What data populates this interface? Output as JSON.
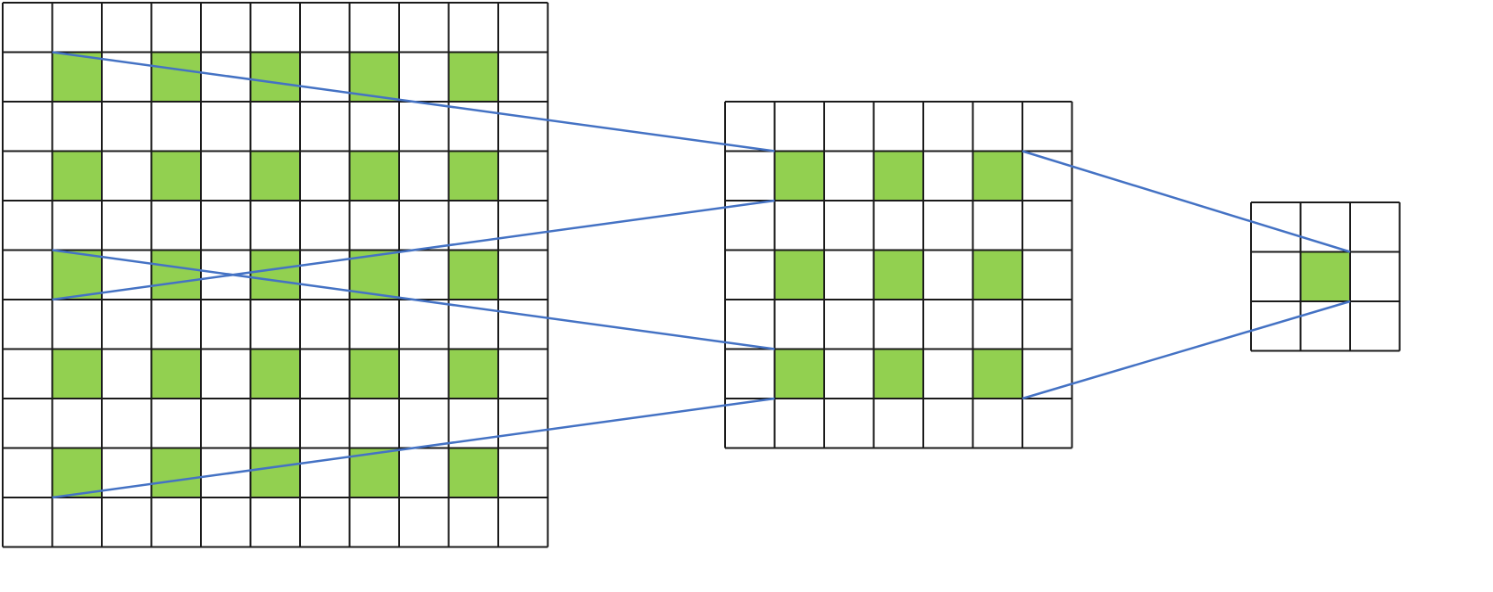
{
  "diagram": {
    "colors": {
      "cell_fill": "#ffffff",
      "highlight_fill": "#92d050",
      "grid_line": "#1a1a1a",
      "connector": "#4472c4"
    },
    "grids": [
      {
        "id": "input-grid",
        "rows": 11,
        "cols": 11,
        "highlighted_rows": [
          1,
          3,
          5,
          7,
          9
        ],
        "highlighted_cols": [
          1,
          3,
          5,
          7,
          9
        ]
      },
      {
        "id": "middle-grid",
        "rows": 7,
        "cols": 7,
        "highlighted_rows": [
          1,
          3,
          5
        ],
        "highlighted_cols": [
          1,
          3,
          5
        ]
      },
      {
        "id": "output-grid",
        "rows": 3,
        "cols": 3,
        "highlighted_rows": [
          1
        ],
        "highlighted_cols": [
          1
        ]
      }
    ],
    "connectors": [
      {
        "from": {
          "grid": 0,
          "row": 1,
          "col": 1
        },
        "to": {
          "grid": 1,
          "row": 1,
          "col": 1
        }
      },
      {
        "from": {
          "grid": 0,
          "row": 6,
          "col": 1
        },
        "to": {
          "grid": 1,
          "row": 2,
          "col": 1
        }
      },
      {
        "from": {
          "grid": 0,
          "row": 5,
          "col": 1
        },
        "to": {
          "grid": 1,
          "row": 5,
          "col": 1
        }
      },
      {
        "from": {
          "grid": 0,
          "row": 10,
          "col": 1
        },
        "to": {
          "grid": 1,
          "row": 6,
          "col": 1
        }
      },
      {
        "from": {
          "grid": 1,
          "row": 1,
          "col": 6
        },
        "to": {
          "grid": 2,
          "row": 1,
          "col": 2
        }
      },
      {
        "from": {
          "grid": 1,
          "row": 6,
          "col": 6
        },
        "to": {
          "grid": 2,
          "row": 2,
          "col": 2
        }
      }
    ]
  }
}
